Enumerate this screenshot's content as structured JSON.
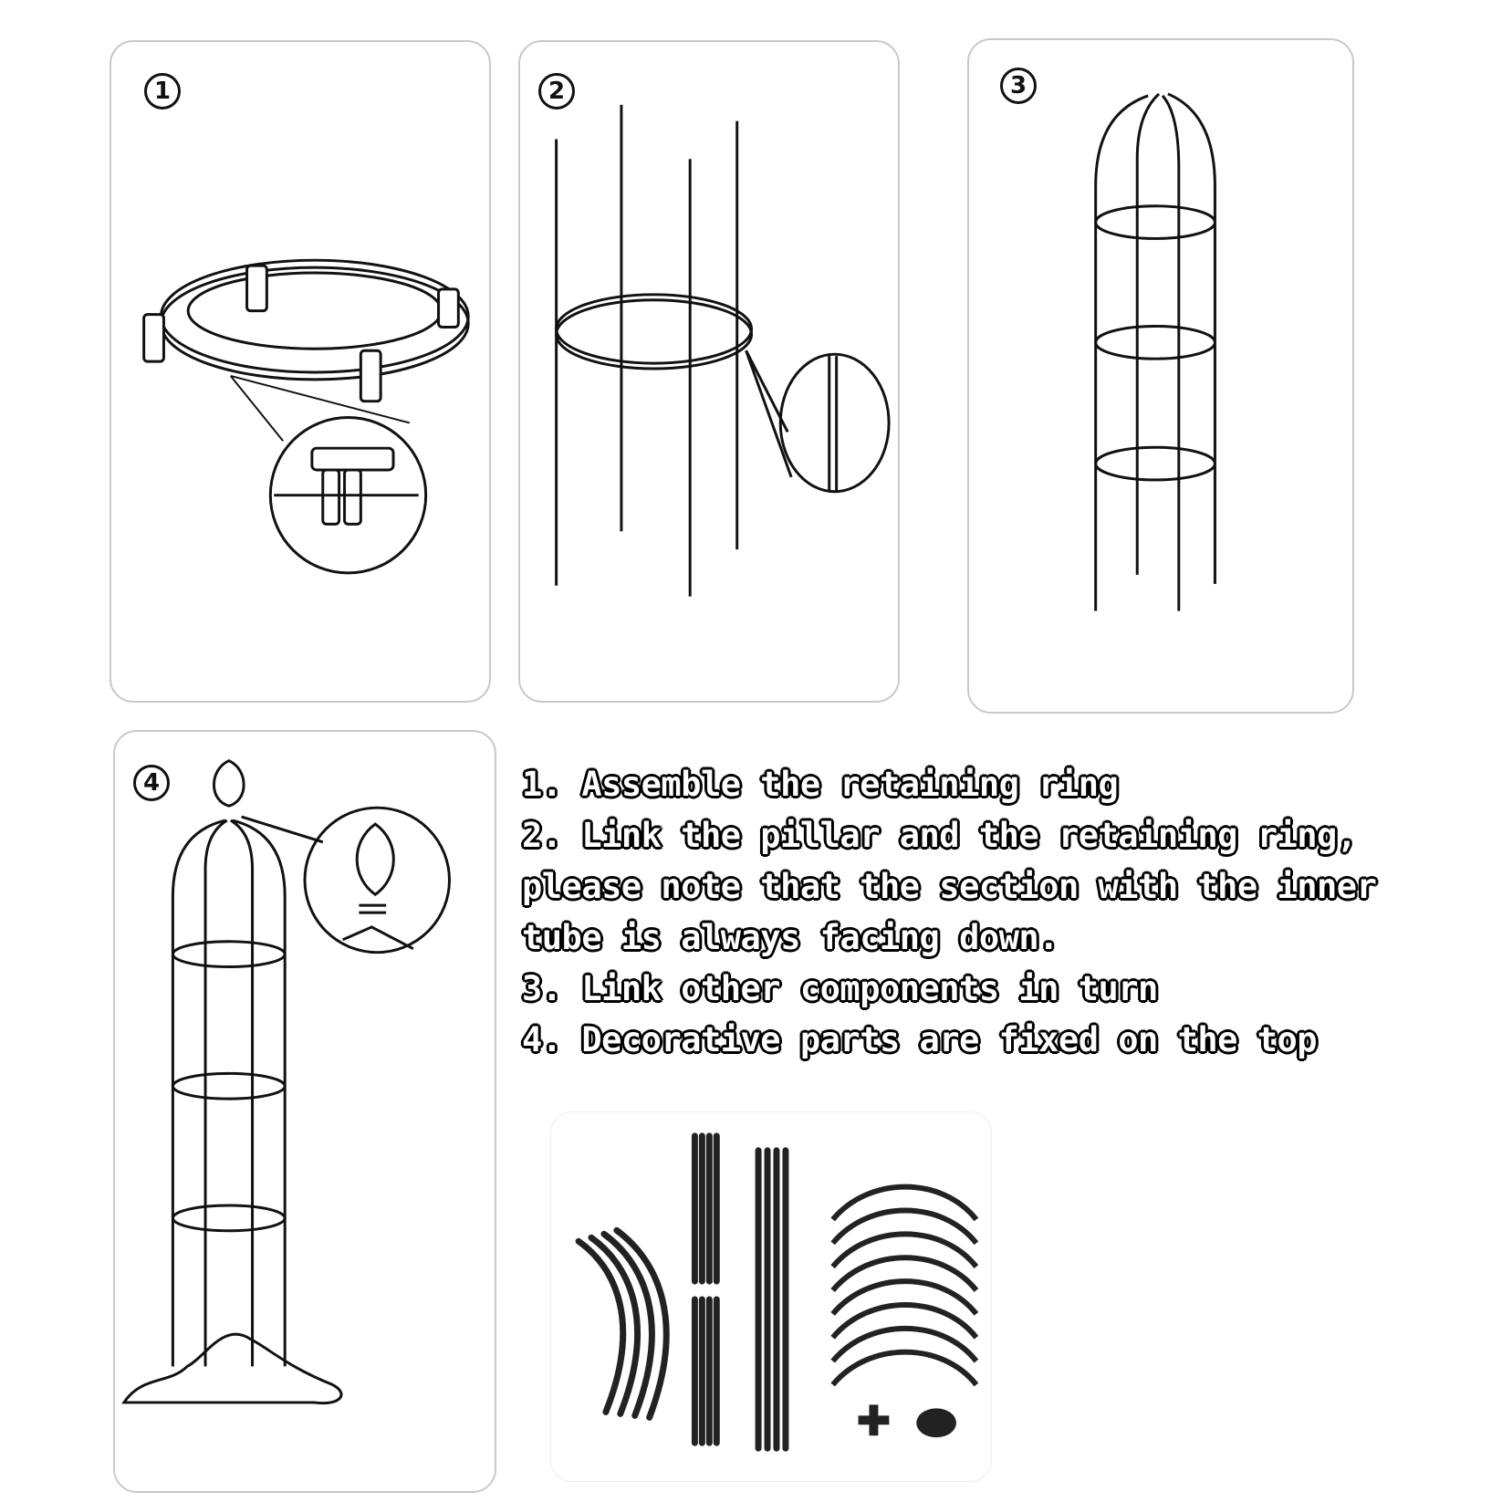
{
  "steps": [
    {
      "number": "1"
    },
    {
      "number": "2"
    },
    {
      "number": "3"
    },
    {
      "number": "4"
    }
  ],
  "instructions": [
    "1. Assemble the retaining ring",
    "2. Link the pillar and the retaining ring,",
    "please note that the section with the inner",
    "tube is always facing down.",
    "3. Link other components in turn",
    "4. Decorative parts are fixed on the top"
  ]
}
